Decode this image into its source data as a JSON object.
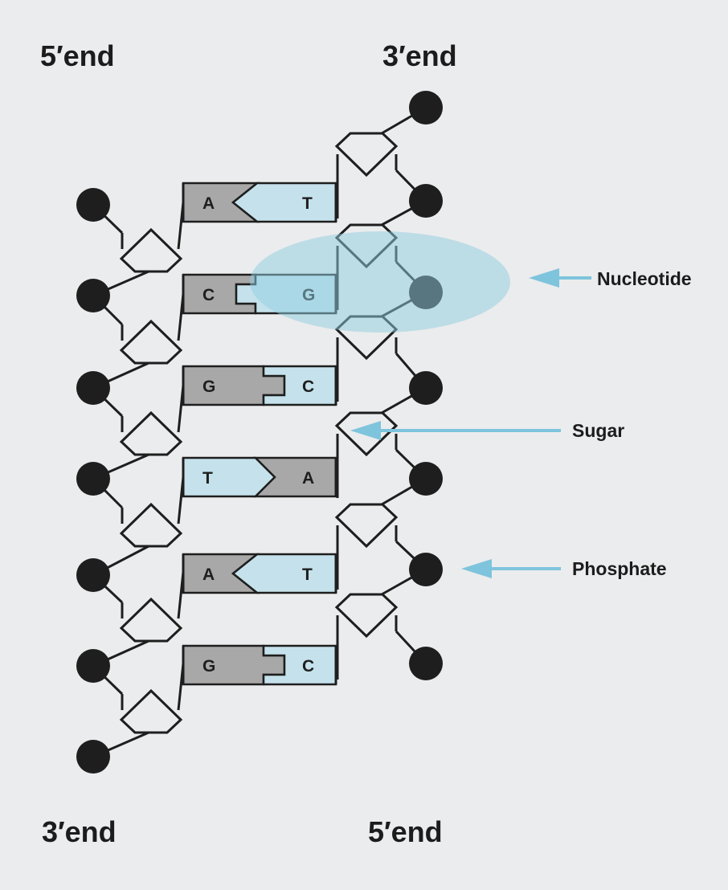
{
  "labels": {
    "top_left": "5′end",
    "top_right": "3′end",
    "bottom_left": "3′end",
    "bottom_right": "5′end"
  },
  "callouts": {
    "nucleotide": "Nucleotide",
    "sugar": "Sugar",
    "phosphate": "Phosphate"
  },
  "base_pairs": [
    {
      "left": "A",
      "right": "T",
      "left_color": "gray",
      "right_color": "blue",
      "join": "arrow-left"
    },
    {
      "left": "C",
      "right": "G",
      "left_color": "gray",
      "right_color": "blue",
      "join": "slot"
    },
    {
      "left": "G",
      "right": "C",
      "left_color": "gray",
      "right_color": "blue",
      "join": "tab"
    },
    {
      "left": "T",
      "right": "A",
      "left_color": "blue",
      "right_color": "gray",
      "join": "arrow-right"
    },
    {
      "left": "A",
      "right": "T",
      "left_color": "gray",
      "right_color": "blue",
      "join": "arrow-left"
    },
    {
      "left": "G",
      "right": "C",
      "left_color": "gray",
      "right_color": "blue",
      "join": "tab"
    }
  ],
  "colors": {
    "background": "#ebeced",
    "outline": "#1e1e1e",
    "gray_base": "#a8a8a8",
    "blue_base": "#c5e2ec",
    "highlight": "#8fcde0",
    "arrow": "#7ec4dc"
  }
}
